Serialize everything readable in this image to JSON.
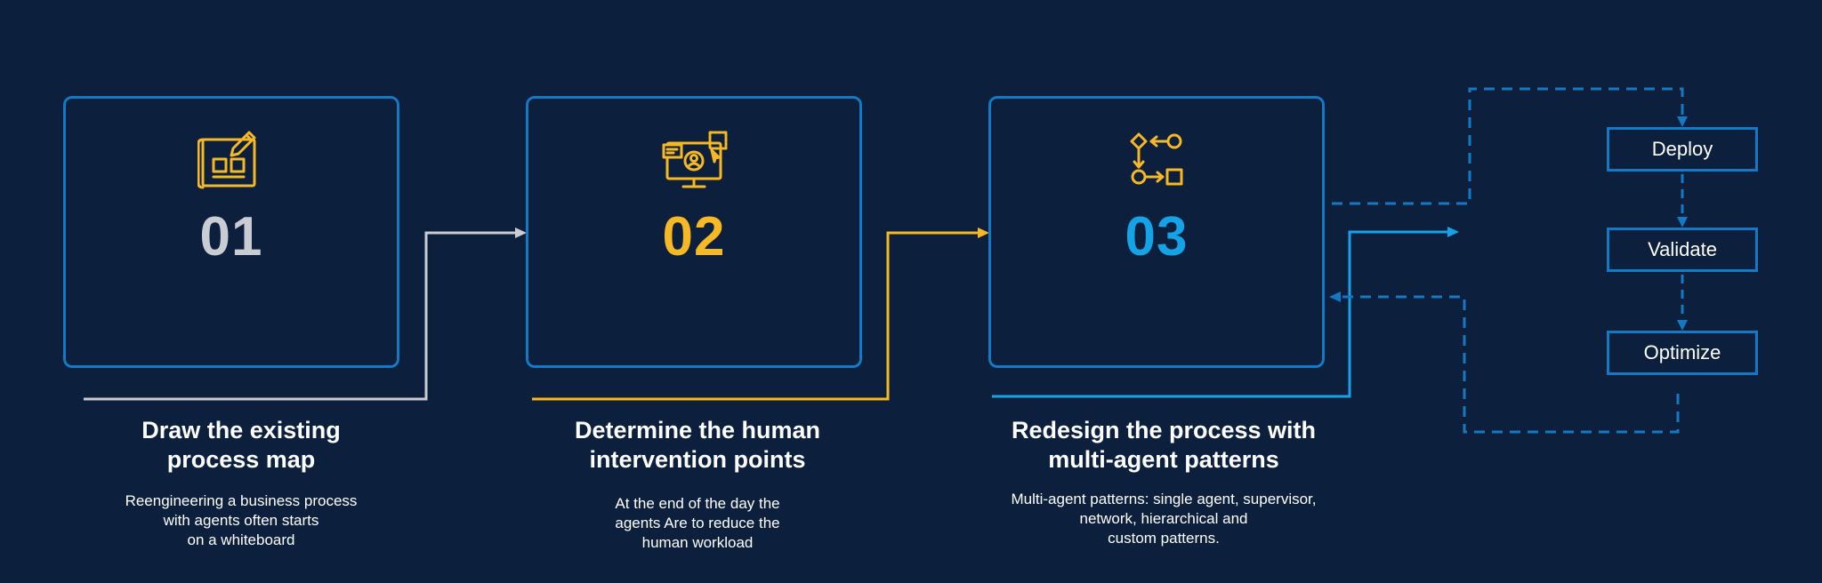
{
  "colors": {
    "background": "#0c1f3c",
    "box_border": "#1479c4",
    "step1_accent": "#c9ccd3",
    "step2_accent": "#f6b824",
    "step3_accent": "#14a3e6",
    "icon_gold": "#f6b824",
    "text": "#ffffff"
  },
  "steps": [
    {
      "number": "01",
      "icon": "blueprint-pencil-icon",
      "title": "Draw the existing\nprocess map",
      "description": "Reengineering a business process\nwith agents often starts\non a whiteboard"
    },
    {
      "number": "02",
      "icon": "monitor-user-cursor-icon",
      "title": "Determine the human\nintervention points",
      "description": "At the end of the day the\nagents Are to reduce the\nhuman workload"
    },
    {
      "number": "03",
      "icon": "shape-flow-icon",
      "title": "Redesign the process with\nmulti-agent patterns",
      "description": "Multi-agent patterns: single agent, supervisor,\nnetwork, hierarchical and\ncustom patterns."
    }
  ],
  "cycle": {
    "deploy": "Deploy",
    "validate": "Validate",
    "optimize": "Optimize"
  }
}
